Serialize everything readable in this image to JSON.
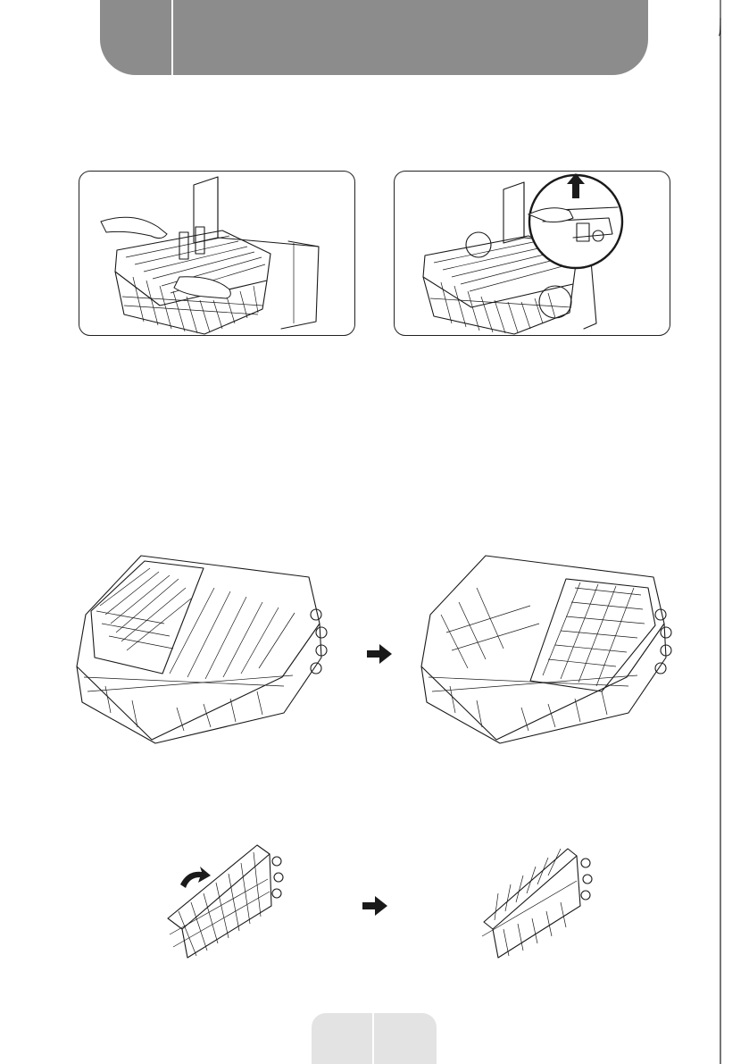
{
  "header": {
    "fill_color": "#8c8c8c",
    "divider_color": "#ffffff"
  },
  "figures": {
    "top_left": {
      "icon": "hands-removing-rack-illustration"
    },
    "top_right": {
      "icon": "lift-rack-clip-illustration"
    },
    "rack_before": {
      "icon": "upper-rack-basket-left-illustration"
    },
    "rack_after": {
      "icon": "upper-rack-basket-right-illustration"
    },
    "tine_before": {
      "icon": "folding-tine-raised-illustration"
    },
    "tine_after": {
      "icon": "folding-tine-lowered-illustration"
    },
    "arrow": {
      "icon": "right-arrow-icon",
      "color": "#1a1a1a"
    }
  },
  "footer": {
    "fill_color": "#e3e3e3"
  }
}
